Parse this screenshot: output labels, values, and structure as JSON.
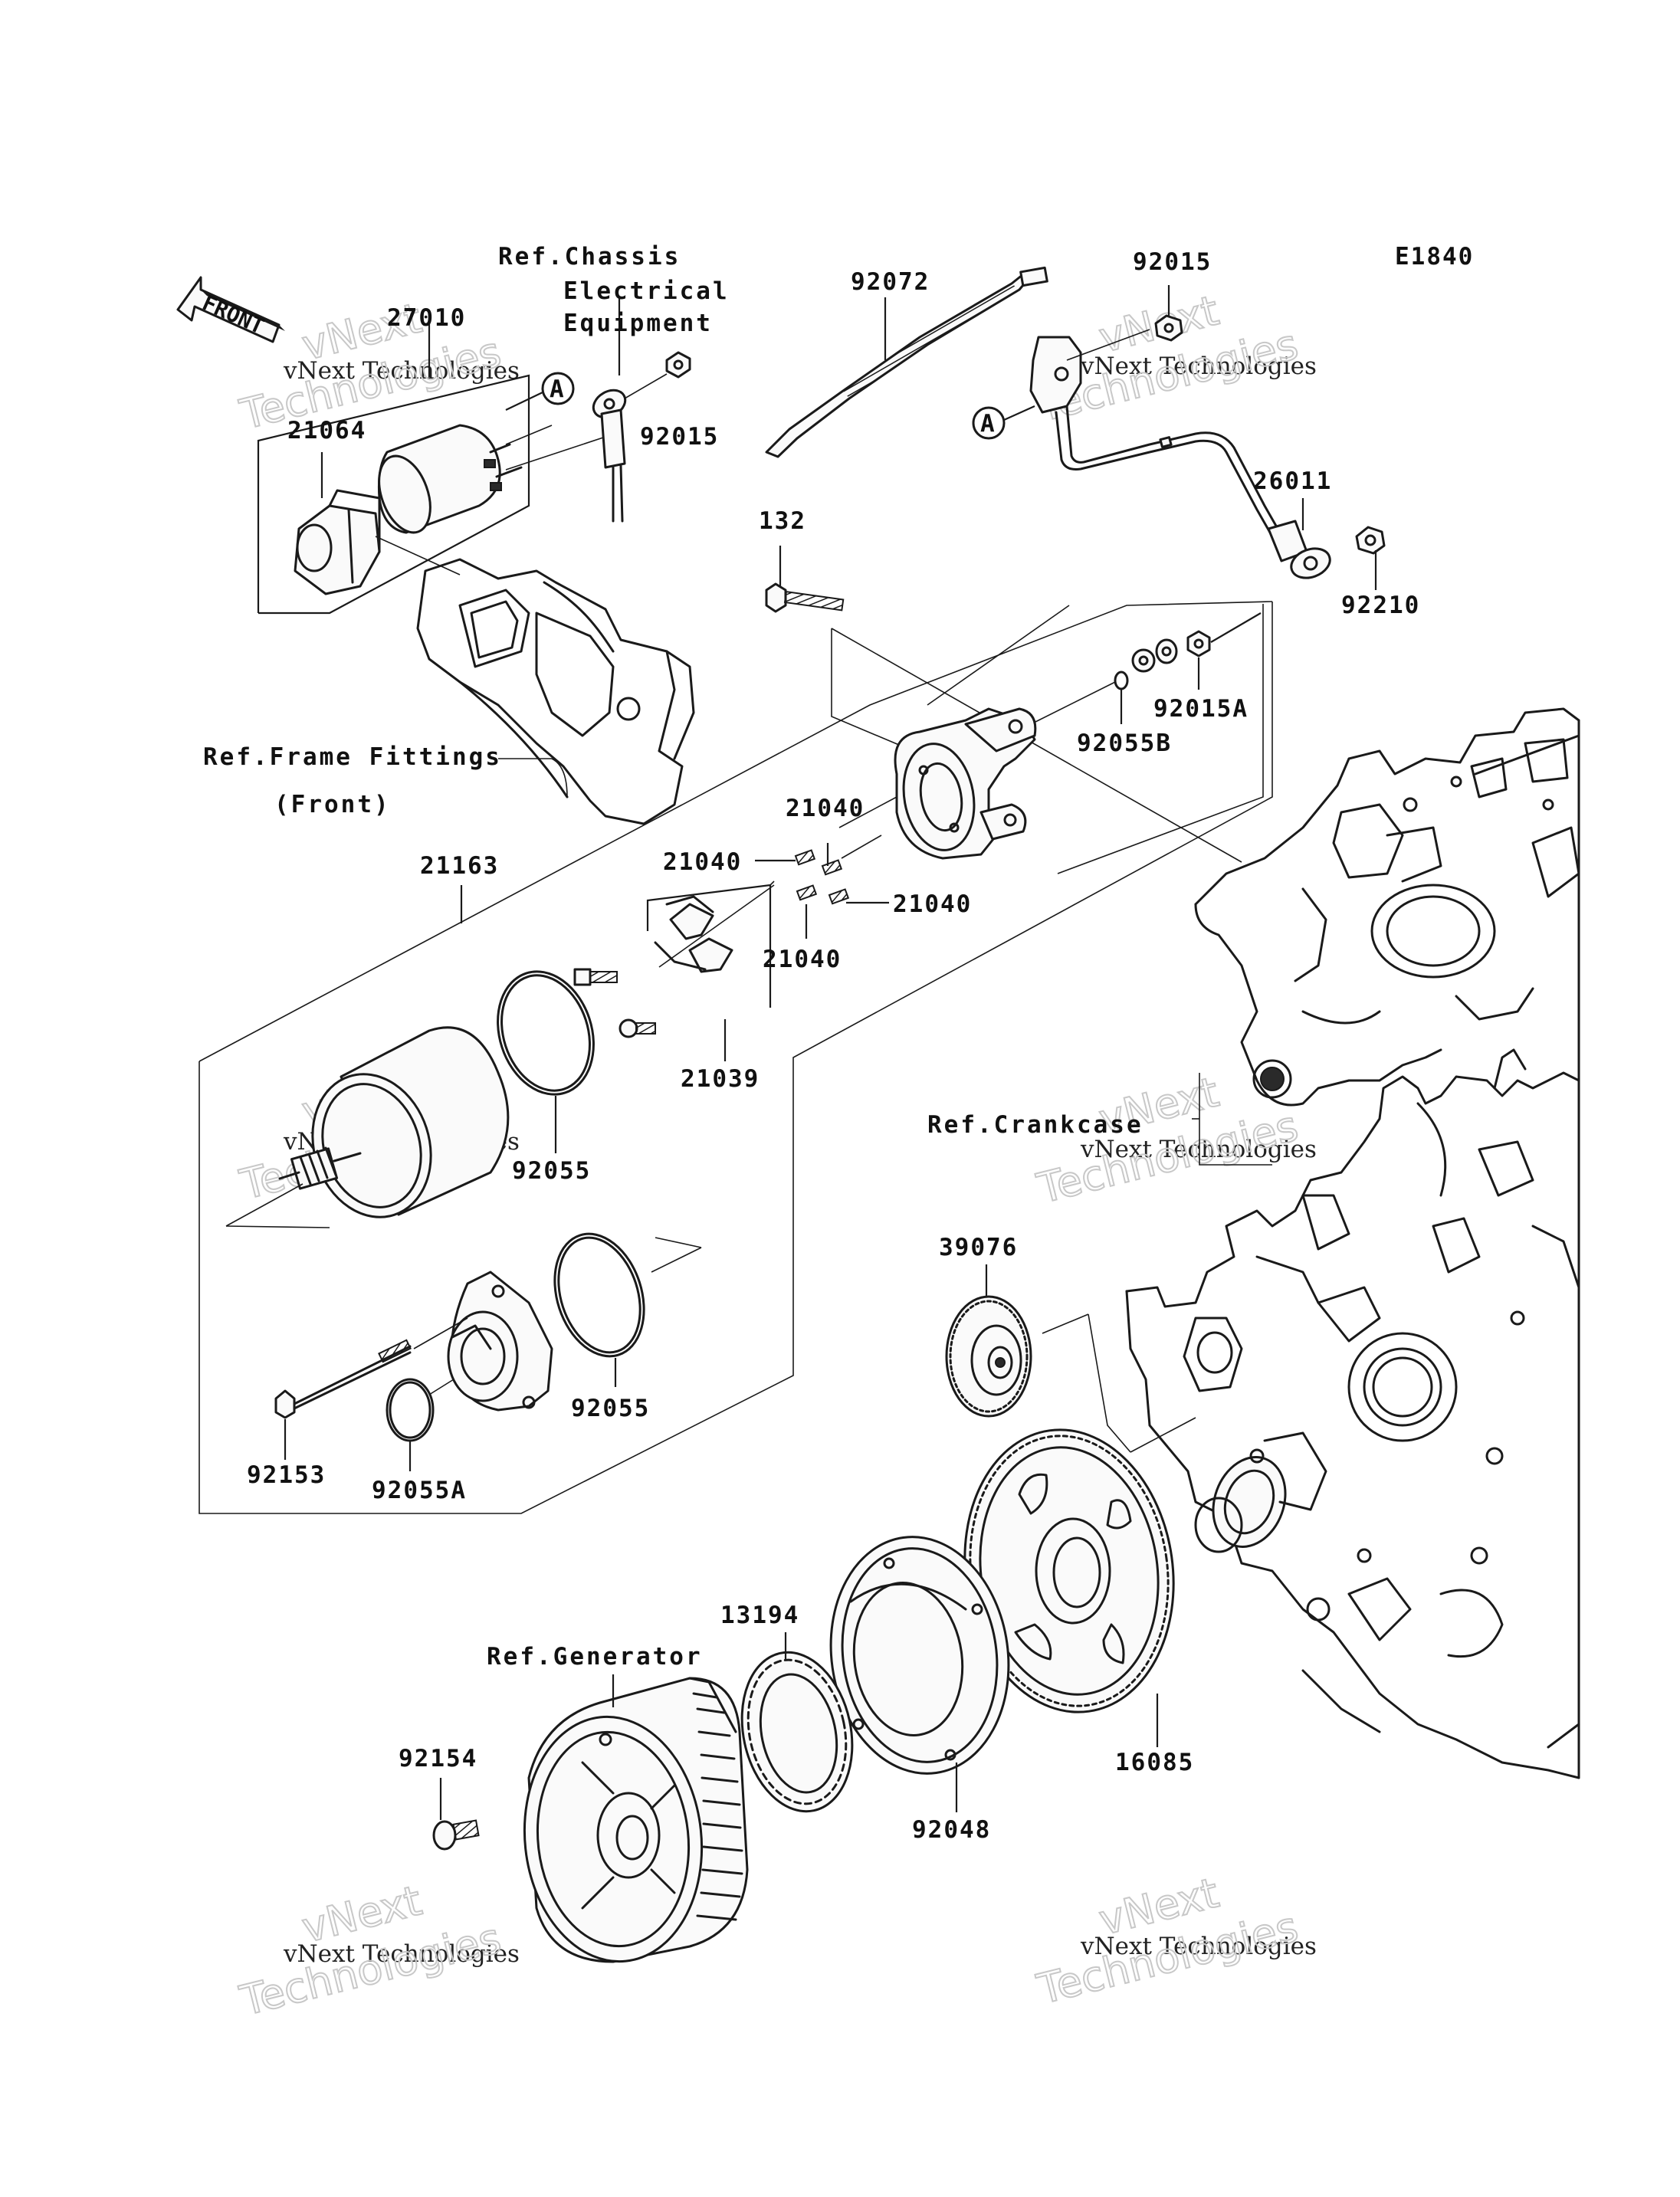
{
  "diagram": {
    "code": "E1840",
    "front_arrow": "FRONT",
    "callout_letter": "A",
    "watermark_line1": "vNext Technologies",
    "watermark_line2a": "vNext",
    "watermark_line2b": "Technologies",
    "refs": {
      "chassis_1": "Ref.Chassis",
      "chassis_2": "Electrical",
      "chassis_3": "Equipment",
      "frame_1": "Ref.Frame Fittings",
      "frame_2": "(Front)",
      "crankcase": "Ref.Crankcase",
      "generator": "Ref.Generator"
    },
    "parts": {
      "p27010": "27010",
      "p21064": "21064",
      "p92015_top_left": "92015",
      "p92072": "92072",
      "p92015_top_right": "92015",
      "p26011": "26011",
      "p92210": "92210",
      "p132": "132",
      "p92015A": "92015A",
      "p92055B": "92055B",
      "p21040_a": "21040",
      "p21040_b": "21040",
      "p21040_c": "21040",
      "p21040_d": "21040",
      "p21039": "21039",
      "p21163": "21163",
      "p92055_a": "92055",
      "p92055_b": "92055",
      "p92153": "92153",
      "p92055A": "92055A",
      "p39076": "39076",
      "p13194": "13194",
      "p92154": "92154",
      "p92048": "92048",
      "p16085": "16085"
    }
  }
}
